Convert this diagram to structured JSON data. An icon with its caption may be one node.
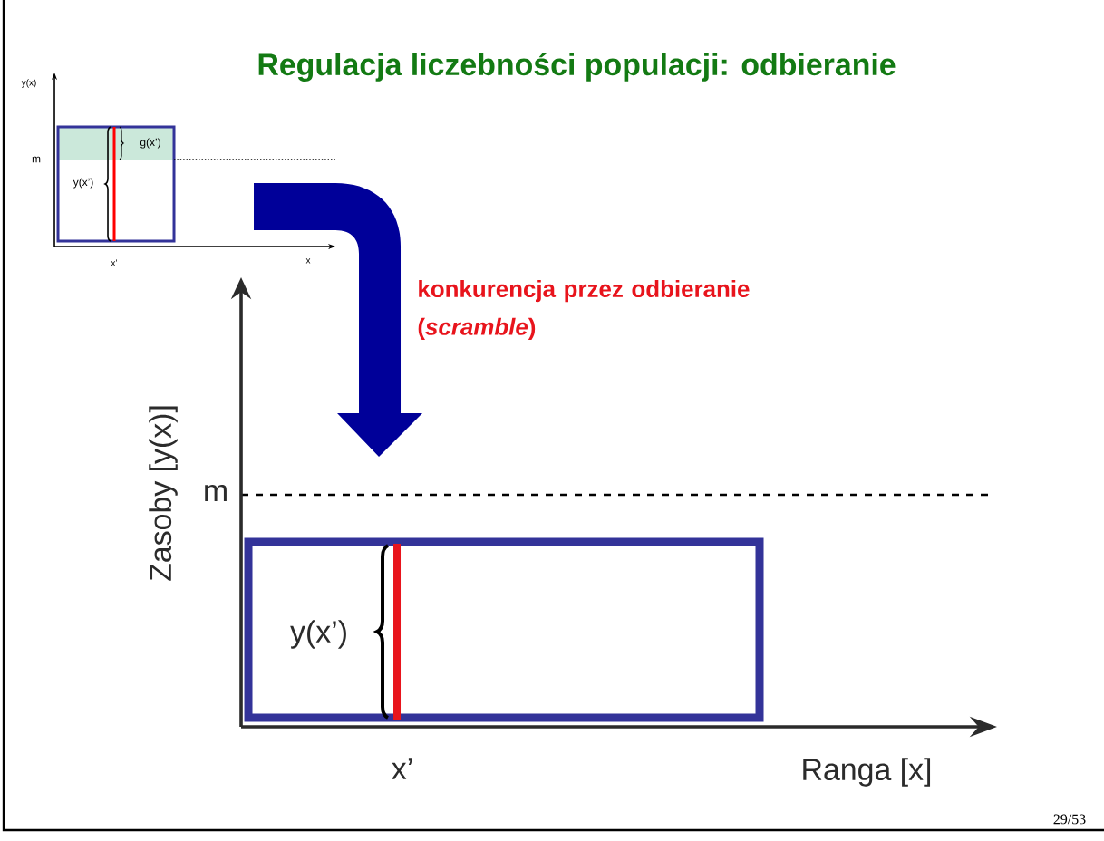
{
  "diagram": {
    "title": "Regulacja liczebności populacji: odbieranie",
    "labels": [
      "y(x)",
      "m",
      "g(x’)",
      "y(x’)",
      "x’",
      "x",
      "konkurencja przez odbieranie (*scramble*)",
      "Zasoby [y(x)]",
      "m",
      "y(x’)",
      "x’",
      "Ranga [x]",
      "29/53"
    ]
  }
}
